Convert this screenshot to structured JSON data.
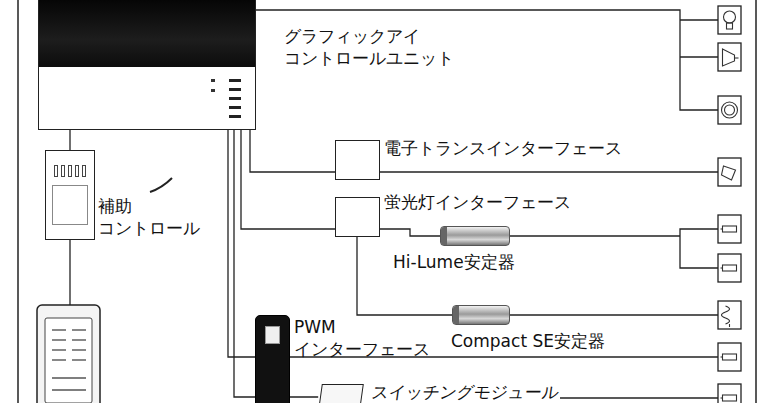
{
  "diagram": {
    "nodes": [
      {
        "text": [
          "グラフィックアイ コントロールユニット"
        ]
      },
      {
        "text": [
          "電子トランスインターフェース"
        ]
      },
      {
        "text": [
          "補助 コントロール"
        ]
      },
      {
        "text": [
          "蛍光灯インターフェース"
        ]
      },
      {
        "text": [
          "Hi-Lume安定器"
        ]
      },
      {
        "text": [
          "PWM インターフェース"
        ]
      },
      {
        "text": [
          "Compact SE安定器"
        ]
      },
      {
        "text": [
          "スイッチングモジュール"
        ]
      }
    ],
    "edges": [
      {
        "from": 0,
        "to": 1,
        "arrow": "none"
      },
      {
        "from": 0,
        "to": 2,
        "arrow": "none"
      },
      {
        "from": 0,
        "to": 3,
        "arrow": "none"
      },
      {
        "from": 3,
        "to": 4,
        "arrow": "none"
      },
      {
        "from": 3,
        "to": 6,
        "arrow": "none"
      },
      {
        "from": 0,
        "to": 5,
        "arrow": "none"
      },
      {
        "from": 0,
        "to": 7,
        "arrow": "none"
      }
    ]
  }
}
